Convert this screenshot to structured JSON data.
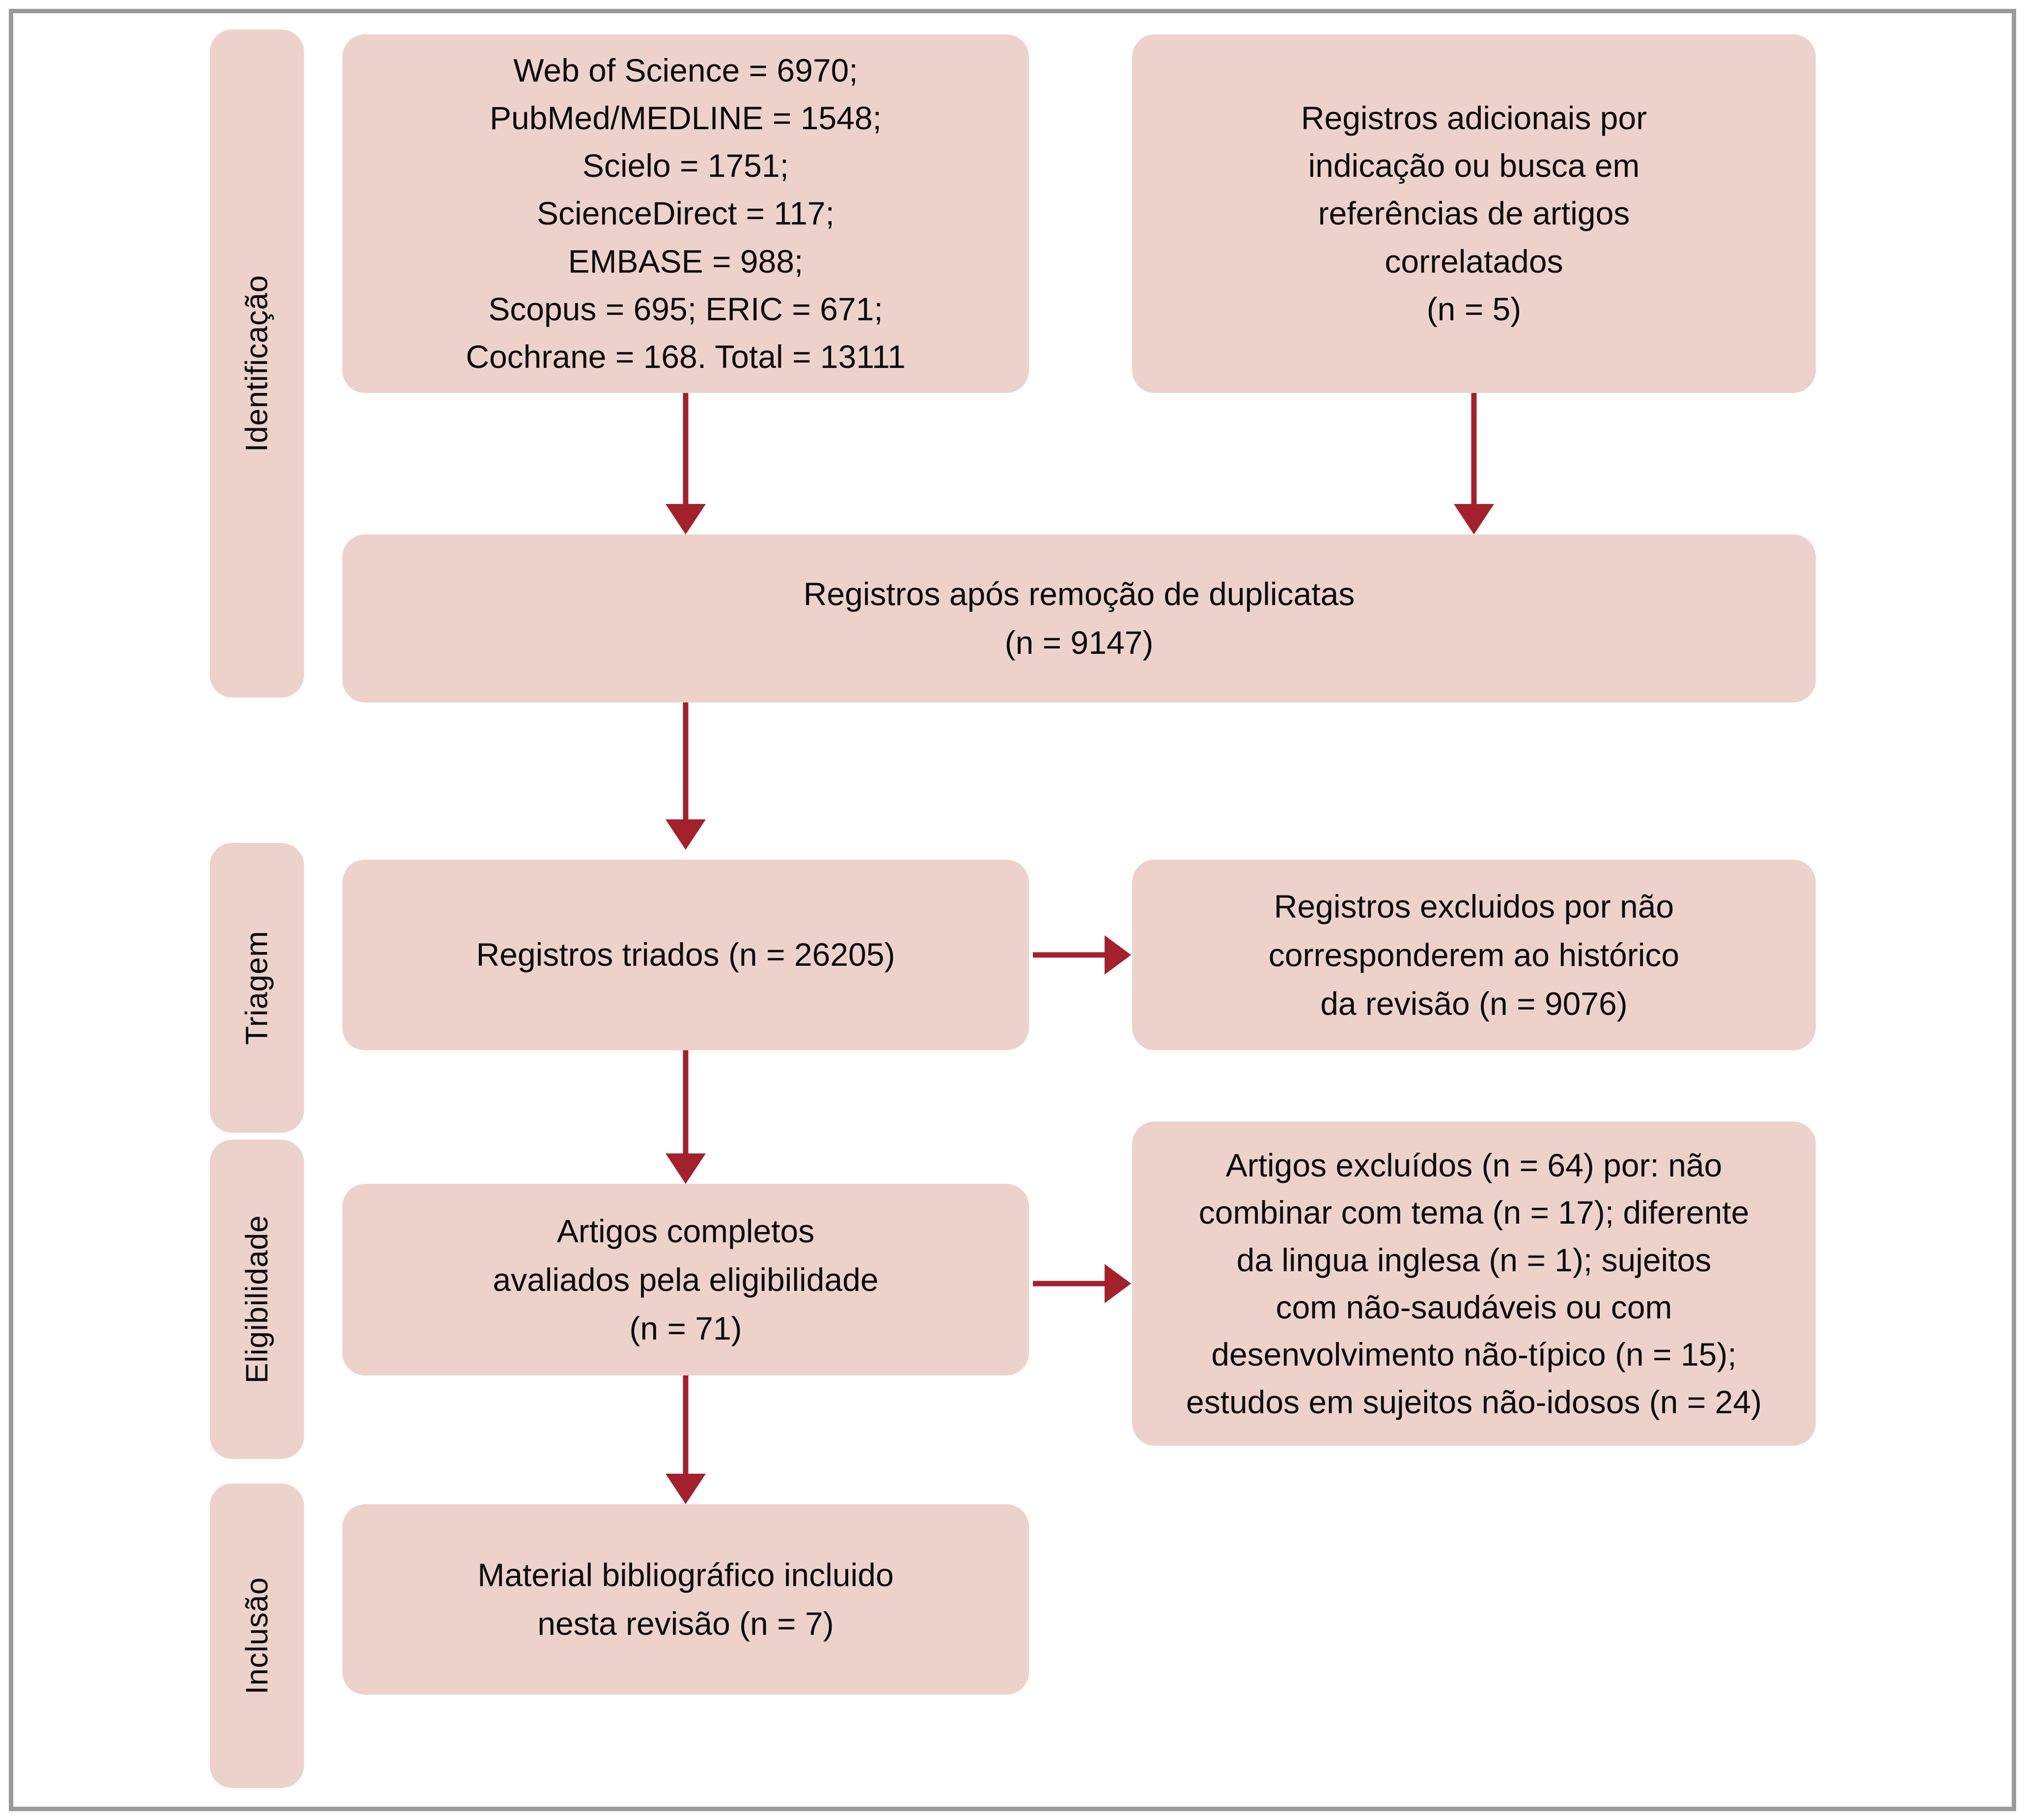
{
  "diagram": {
    "title": "PRISMA flow diagram",
    "colors": {
      "box_fill": "#EDD2CB",
      "arrow": "#A3212C",
      "frame_border": "#9A9A9C",
      "text": "#0C0C0C",
      "background": "#FFFFFF"
    }
  },
  "stages": [
    {
      "id": "identificacao",
      "label": "Identificação"
    },
    {
      "id": "triagem",
      "label": "Triagem"
    },
    {
      "id": "eligibilidade",
      "label": "Eligibilidade"
    },
    {
      "id": "inclusao",
      "label": "Inclusão"
    }
  ],
  "boxes": {
    "databases": {
      "id": "databases-box",
      "text": "Web of Science = 6970;\nPubMed/MEDLINE = 1548;\nScielo = 1751;\nScienceDirect = 117;\nEMBASE = 988;\nScopus = 695; ERIC = 671;\nCochrane = 168. Total = 13111"
    },
    "additional_records": {
      "id": "additional-records-box",
      "text": "Registros adicionais por\nindicação ou busca em\nreferências de artigos\ncorrelatados\n(n = 5)"
    },
    "after_duplicates": {
      "id": "after-duplicates-box",
      "text": "Registros após remoção de duplicatas\n(n = 9147)"
    },
    "screened": {
      "id": "records-screened-box",
      "text": "Registros triados (n = 26205)"
    },
    "screened_excluded": {
      "id": "records-excluded-box",
      "text": "Registros excluidos por não\ncorresponderem ao histórico\nda revisão (n = 9076)"
    },
    "full_text_assessed": {
      "id": "full-text-assessed-box",
      "text": "Artigos completos\navaliados pela eligibilidade\n(n = 71)"
    },
    "full_text_excluded": {
      "id": "full-text-excluded-box",
      "text": "Artigos excluídos (n = 64) por: não\ncombinar com tema (n = 17); diferente\nda lingua inglesa (n = 1); sujeitos\ncom não-saudáveis ou com\ndesenvolvimento não-típico (n = 15);\nestudos em sujeitos não-idosos (n = 24)"
    },
    "included": {
      "id": "included-box",
      "text": "Material bibliográfico incluido\nnesta revisão (n = 7)"
    }
  },
  "chart_data": {
    "type": "table",
    "title": "PRISMA flow diagram",
    "sources": [
      {
        "name": "Web of Science",
        "n": 6970
      },
      {
        "name": "PubMed/MEDLINE",
        "n": 1548
      },
      {
        "name": "Scielo",
        "n": 1751
      },
      {
        "name": "ScienceDirect",
        "n": 117
      },
      {
        "name": "EMBASE",
        "n": 988
      },
      {
        "name": "Scopus",
        "n": 695
      },
      {
        "name": "ERIC",
        "n": 671
      },
      {
        "name": "Cochrane",
        "n": 168
      },
      {
        "name": "Total",
        "n": 13111
      }
    ],
    "flow": [
      {
        "stage": "Identificação",
        "label": "Registros adicionais por indicação ou busca em referências de artigos correlatados",
        "n": 5
      },
      {
        "stage": "Identificação",
        "label": "Registros após remoção de duplicatas",
        "n": 9147
      },
      {
        "stage": "Triagem",
        "label": "Registros triados",
        "n": 26205
      },
      {
        "stage": "Triagem",
        "label": "Registros excluidos por não corresponderem ao histórico da revisão",
        "n": 9076
      },
      {
        "stage": "Eligibilidade",
        "label": "Artigos completos avaliados pela eligibilidade",
        "n": 71
      },
      {
        "stage": "Eligibilidade",
        "label": "Artigos excluídos",
        "n": 64
      },
      {
        "stage": "Eligibilidade",
        "label": "não combinar com tema",
        "n": 17
      },
      {
        "stage": "Eligibilidade",
        "label": "diferente da lingua inglesa",
        "n": 1
      },
      {
        "stage": "Eligibilidade",
        "label": "sujeitos com não-saudáveis ou com desenvolvimento não-típico",
        "n": 15
      },
      {
        "stage": "Eligibilidade",
        "label": "estudos em sujeitos não-idosos",
        "n": 24
      },
      {
        "stage": "Inclusão",
        "label": "Material bibliográfico incluido nesta revisão",
        "n": 7
      }
    ]
  },
  "arrows": [
    {
      "id": "databases-to-duplicates",
      "direction": "down"
    },
    {
      "id": "additional-to-duplicates",
      "direction": "down"
    },
    {
      "id": "duplicates-to-screened",
      "direction": "down"
    },
    {
      "id": "screened-to-excluded",
      "direction": "right"
    },
    {
      "id": "screened-to-fulltext",
      "direction": "down"
    },
    {
      "id": "fulltext-to-excluded",
      "direction": "right"
    },
    {
      "id": "fulltext-to-included",
      "direction": "down"
    }
  ]
}
